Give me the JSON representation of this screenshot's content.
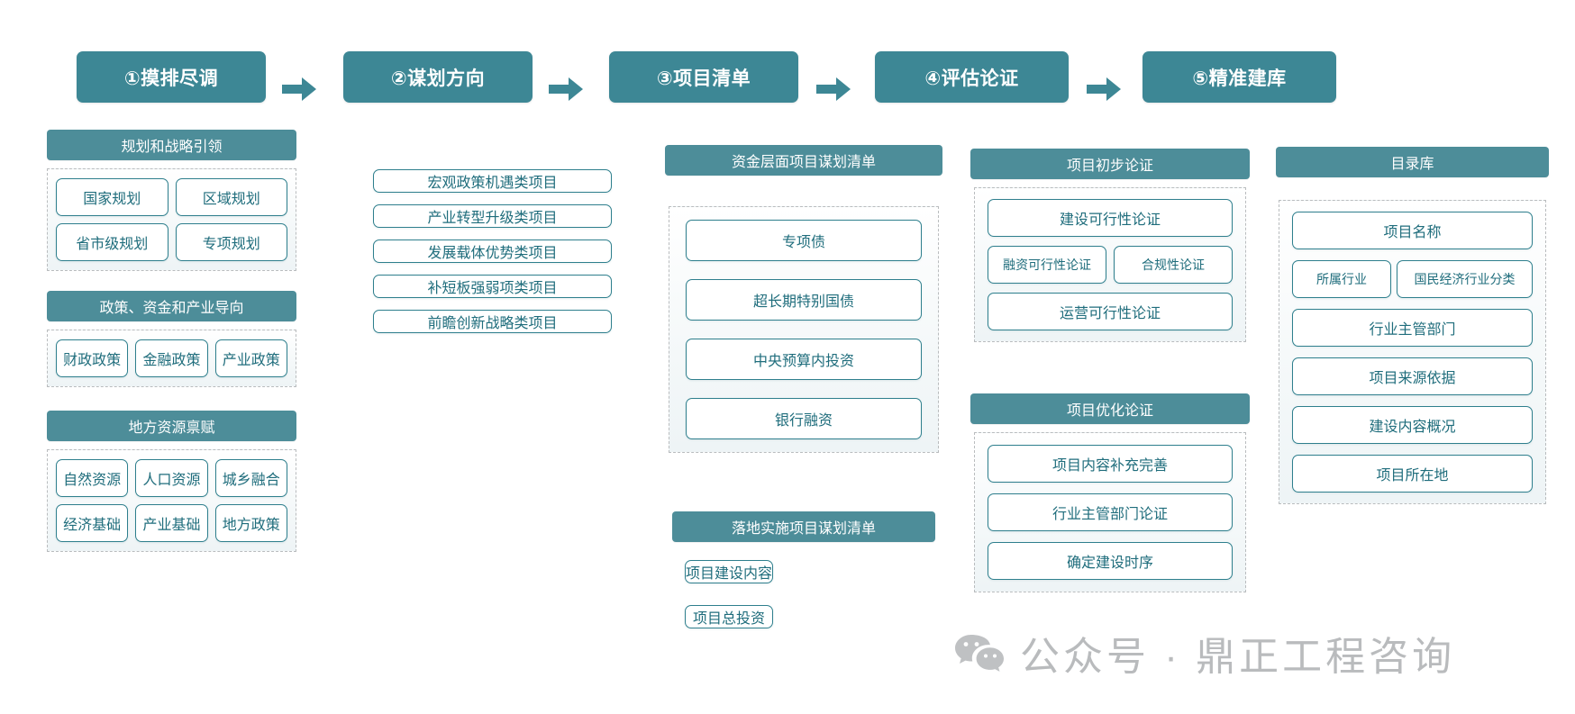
{
  "diagram": {
    "title_semantic": "project-reserve-workflow",
    "accent_color": "#3d8795",
    "group_header_color": "#4d8d99",
    "pill_border_color": "#2e7f8d",
    "pill_text_color": "#1f6d7c"
  },
  "stages": [
    {
      "label": "①摸排尽调"
    },
    {
      "label": "②谋划方向"
    },
    {
      "label": "③项目清单"
    },
    {
      "label": "④评估论证"
    },
    {
      "label": "⑤精准建库"
    }
  ],
  "columns": [
    {
      "key": "col1",
      "groups": [
        {
          "title": "规划和战略引领",
          "items": [
            {
              "label": "国家规划",
              "span": "half"
            },
            {
              "label": "区域规划",
              "span": "half"
            },
            {
              "label": "省市级规划",
              "span": "half"
            },
            {
              "label": "专项规划",
              "span": "half"
            }
          ]
        },
        {
          "title": "政策、资金和产业导向",
          "items": [
            {
              "label": "财政政策",
              "span": "third"
            },
            {
              "label": "金融政策",
              "span": "third"
            },
            {
              "label": "产业政策",
              "span": "third"
            }
          ]
        },
        {
          "title": "地方资源禀赋",
          "items": [
            {
              "label": "自然资源",
              "span": "third"
            },
            {
              "label": "人口资源",
              "span": "third"
            },
            {
              "label": "城乡融合",
              "span": "third"
            },
            {
              "label": "经济基础",
              "span": "third"
            },
            {
              "label": "产业基础",
              "span": "third"
            },
            {
              "label": "地方政策",
              "span": "third"
            }
          ]
        }
      ]
    },
    {
      "key": "col2",
      "groups": [
        {
          "title": null,
          "items": [
            {
              "label": "宏观政策机遇类项目",
              "span": "full"
            },
            {
              "label": "产业转型升级类项目",
              "span": "full"
            },
            {
              "label": "发展载体优势类项目",
              "span": "full"
            },
            {
              "label": "补短板强弱项类项目",
              "span": "full"
            },
            {
              "label": "前瞻创新战略类项目",
              "span": "full"
            }
          ]
        }
      ]
    },
    {
      "key": "col3",
      "groups": [
        {
          "title": "资金层面项目谋划清单",
          "items": [
            {
              "label": "专项债",
              "span": "full"
            },
            {
              "label": "超长期特别国债",
              "span": "full"
            },
            {
              "label": "中央预算内投资",
              "span": "full"
            },
            {
              "label": "银行融资",
              "span": "full"
            }
          ]
        },
        {
          "title": "落地实施项目谋划清单",
          "items": [
            {
              "label": "项目建设内容",
              "span": "full"
            },
            {
              "label": "项目总投资",
              "span": "full"
            }
          ]
        }
      ]
    },
    {
      "key": "col4",
      "groups": [
        {
          "title": "项目初步论证",
          "items": [
            {
              "label": "建设可行性论证",
              "span": "full"
            },
            {
              "label": "融资可行性论证",
              "span": "half"
            },
            {
              "label": "合规性论证",
              "span": "half"
            },
            {
              "label": "运营可行性论证",
              "span": "full"
            }
          ]
        },
        {
          "title": "项目优化论证",
          "items": [
            {
              "label": "项目内容补充完善",
              "span": "full"
            },
            {
              "label": "行业主管部门论证",
              "span": "full"
            },
            {
              "label": "确定建设时序",
              "span": "full"
            }
          ]
        }
      ]
    },
    {
      "key": "col5",
      "groups": [
        {
          "title": "目录库",
          "items": [
            {
              "label": "项目名称",
              "span": "full"
            },
            {
              "label": "所属行业",
              "span": "half"
            },
            {
              "label": "国民经济行业分类",
              "span": "half"
            },
            {
              "label": "行业主管部门",
              "span": "full"
            },
            {
              "label": "项目来源依据",
              "span": "full"
            },
            {
              "label": "建设内容概况",
              "span": "full"
            },
            {
              "label": "项目所在地",
              "span": "full"
            }
          ]
        }
      ]
    }
  ],
  "watermark": {
    "text": "公众号 · 鼎正工程咨询",
    "icon": "wechat-icon"
  }
}
